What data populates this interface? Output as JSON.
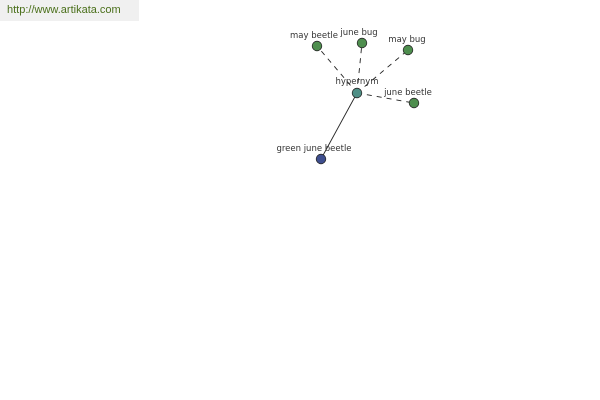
{
  "header": {
    "url": "http://www.artikata.com"
  },
  "graph": {
    "colors": {
      "background": "#ffffff",
      "url_text": "#4a6f1a",
      "url_bg": "#f0f0f0",
      "center_node": "#4f8f86",
      "synonym_node": "#4e8e4e",
      "hyponym_node": "#3e4e8e",
      "node_stroke": "#2a2a2a",
      "edge": "#222222",
      "label": "#333333"
    },
    "center": {
      "id": "hypernym-center",
      "label": "hypernym"
    },
    "nodes": [
      {
        "id": "may-beetle",
        "label": "may beetle",
        "type": "synonym"
      },
      {
        "id": "june-bug",
        "label": "june bug",
        "type": "synonym"
      },
      {
        "id": "may-bug",
        "label": "may bug",
        "type": "synonym"
      },
      {
        "id": "june-beetle",
        "label": "june beetle",
        "type": "synonym"
      },
      {
        "id": "green-june-beetle",
        "label": "green june beetle",
        "type": "hyponym"
      }
    ],
    "edges": [
      {
        "from": "hypernym-center",
        "to": "may-beetle",
        "style": "dashed"
      },
      {
        "from": "hypernym-center",
        "to": "june-bug",
        "style": "dashed"
      },
      {
        "from": "hypernym-center",
        "to": "may-bug",
        "style": "dashed"
      },
      {
        "from": "hypernym-center",
        "to": "june-beetle",
        "style": "dashed"
      },
      {
        "from": "hypernym-center",
        "to": "green-june-beetle",
        "style": "solid"
      }
    ]
  }
}
